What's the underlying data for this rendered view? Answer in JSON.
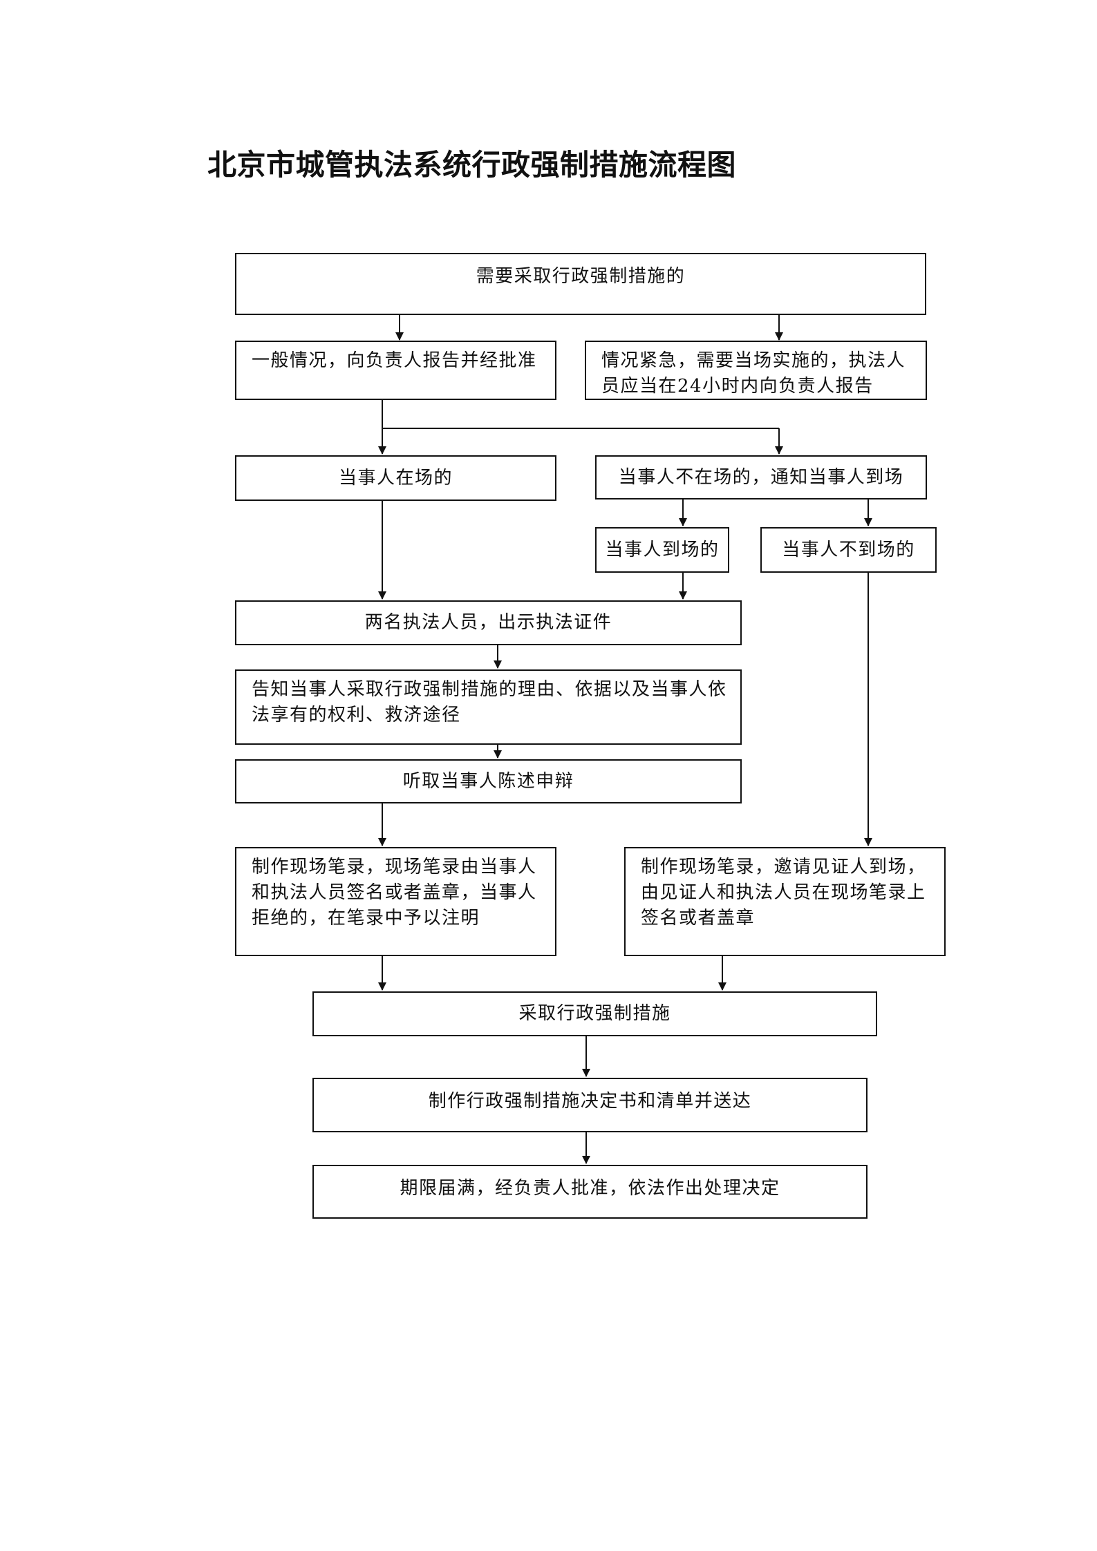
{
  "title": "北京市城管执法系统行政强制措施流程图",
  "nodes": {
    "start": "需要采取行政强制措施的",
    "normal": "一般情况，向负责人报告并经批准",
    "urgent": "情况紧急，需要当场实施的，执法人员应当在24小时内向负责人报告",
    "party_present": "当事人在场的",
    "party_absent": "当事人不在场的，通知当事人到场",
    "party_arrives": "当事人到场的",
    "party_not_arrives": "当事人不到场的",
    "two_officers": "两名执法人员，出示执法证件",
    "inform": "告知当事人采取行政强制措施的理由、依据以及当事人依法享有的权利、救济途径",
    "hear": "听取当事人陈述申辩",
    "record_present": "制作现场笔录，现场笔录由当事人和执法人员签名或者盖章，当事人拒绝的，在笔录中予以注明",
    "record_absent": "制作现场笔录，邀请见证人到场，由见证人和执法人员在现场笔录上签名或者盖章",
    "take_measures": "采取行政强制措施",
    "decision_doc": "制作行政强制措施决定书和清单并送达",
    "expiry": "期限届满，经负责人批准，依法作出处理决定"
  }
}
